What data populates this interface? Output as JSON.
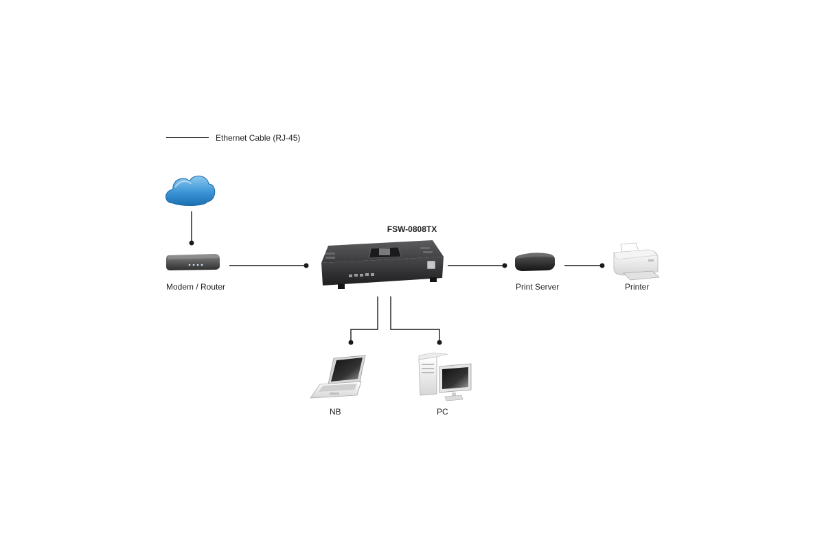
{
  "legend": {
    "cable_label": "Ethernet Cable (RJ-45)"
  },
  "switch": {
    "model": "FSW-0808TX"
  },
  "devices": {
    "modem": "Modem / Router",
    "print_server": "Print Server",
    "printer": "Printer",
    "notebook": "NB",
    "pc": "PC"
  },
  "colors": {
    "cable": "#1a1a1a",
    "cloud": "#2a86c8",
    "switch_body": "#2c2c2e"
  }
}
